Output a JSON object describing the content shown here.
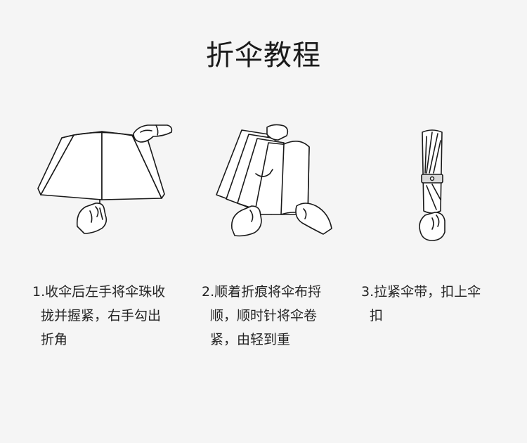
{
  "title": "折伞教程",
  "steps": [
    {
      "lines": [
        "1.收伞后左手将伞珠收",
        "拢并握紧，右手勾出",
        "折角"
      ],
      "icon": "umbrella-open-fold-illustration"
    },
    {
      "lines": [
        "2.顺着折痕将伞布捋",
        "顺，顺时针将伞卷",
        "紧，由轻到重"
      ],
      "icon": "umbrella-roll-illustration"
    },
    {
      "lines": [
        "3.拉紧伞带，扣上伞",
        "扣"
      ],
      "icon": "umbrella-closed-strap-illustration"
    }
  ]
}
